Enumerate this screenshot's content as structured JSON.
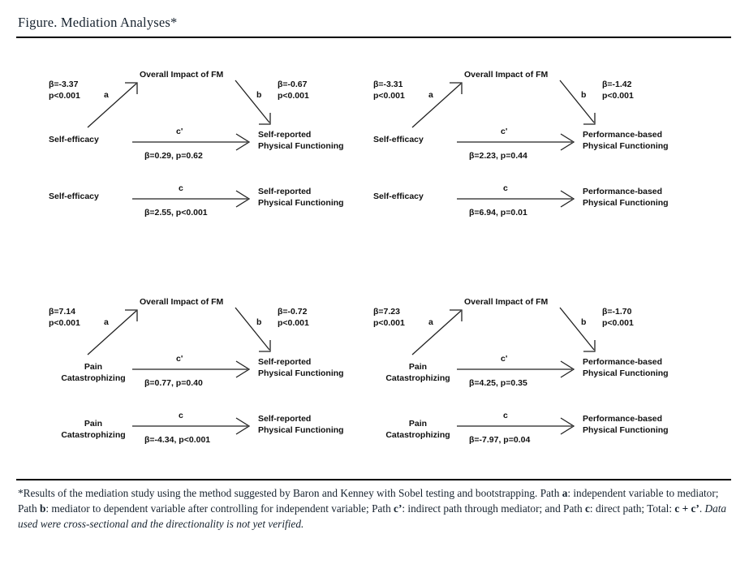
{
  "figure": {
    "title": "Figure. Mediation Analyses*"
  },
  "labels": {
    "mediator": "Overall Impact of FM",
    "path_a": "a",
    "path_b": "b",
    "path_c_prime": "c'",
    "path_c": "c"
  },
  "panels": [
    {
      "id": "self-efficacy-self-reported",
      "independent_variable": "Self-efficacy",
      "independent_variable_line2": "",
      "mediator": "Overall Impact of FM",
      "dependent_variable_line1": "Self-reported",
      "dependent_variable_line2": "Physical Functioning",
      "path_a": {
        "letter": "a",
        "beta": "β=-3.37",
        "p": "p<0.001"
      },
      "path_b": {
        "letter": "b",
        "beta": "β=-0.67",
        "p": "p<0.001"
      },
      "path_c_prime": {
        "letter": "c'",
        "stat": "β=0.29, p=0.62"
      },
      "path_c": {
        "letter": "c",
        "stat": "β=2.55, p<0.001"
      }
    },
    {
      "id": "self-efficacy-performance-based",
      "independent_variable": "Self-efficacy",
      "independent_variable_line2": "",
      "mediator": "Overall Impact of FM",
      "dependent_variable_line1": "Performance-based",
      "dependent_variable_line2": "Physical Functioning",
      "path_a": {
        "letter": "a",
        "beta": "β=-3.31",
        "p": "p<0.001"
      },
      "path_b": {
        "letter": "b",
        "beta": "β=-1.42",
        "p": "p<0.001"
      },
      "path_c_prime": {
        "letter": "c'",
        "stat": "β=2.23, p=0.44"
      },
      "path_c": {
        "letter": "c",
        "stat": "β=6.94, p=0.01"
      }
    },
    {
      "id": "pain-catastrophizing-self-reported",
      "independent_variable": "Pain",
      "independent_variable_line2": "Catastrophizing",
      "mediator": "Overall Impact of FM",
      "dependent_variable_line1": "Self-reported",
      "dependent_variable_line2": "Physical Functioning",
      "path_a": {
        "letter": "a",
        "beta": "β=7.14",
        "p": "p<0.001"
      },
      "path_b": {
        "letter": "b",
        "beta": "β=-0.72",
        "p": "p<0.001"
      },
      "path_c_prime": {
        "letter": "c'",
        "stat": "β=0.77, p=0.40"
      },
      "path_c": {
        "letter": "c",
        "stat": "β=-4.34, p<0.001"
      }
    },
    {
      "id": "pain-catastrophizing-performance-based",
      "independent_variable": "Pain",
      "independent_variable_line2": "Catastrophizing",
      "mediator": "Overall Impact of FM",
      "dependent_variable_line1": "Performance-based",
      "dependent_variable_line2": "Physical Functioning",
      "path_a": {
        "letter": "a",
        "beta": "β=7.23",
        "p": "p<0.001"
      },
      "path_b": {
        "letter": "b",
        "beta": "β=-1.70",
        "p": "p<0.001"
      },
      "path_c_prime": {
        "letter": "c'",
        "stat": "β=4.25, p=0.35"
      },
      "path_c": {
        "letter": "c",
        "stat": "β=-7.97, p=0.04"
      }
    }
  ],
  "footnote": {
    "seg1": "*Results of the mediation study using the method suggested by Baron and Kenney with Sobel testing and bootstrapping. Path ",
    "bold_a": "a",
    "seg2": ": independent variable to mediator; Path ",
    "bold_b": "b",
    "seg3": ": mediator to dependent variable after controlling for independent variable; Path ",
    "bold_cp": "c’",
    "seg4": ": indirect path through mediator; and Path ",
    "bold_c": "c",
    "seg5": ": direct path; Total: ",
    "bold_total": "c + c’",
    "seg6": ". ",
    "italic_tail": "Data used were cross-sectional and the directionality is not yet verified."
  },
  "colors": {
    "text": "#16222e",
    "arrow": "#222222",
    "rule": "#000000",
    "background": "#ffffff"
  }
}
